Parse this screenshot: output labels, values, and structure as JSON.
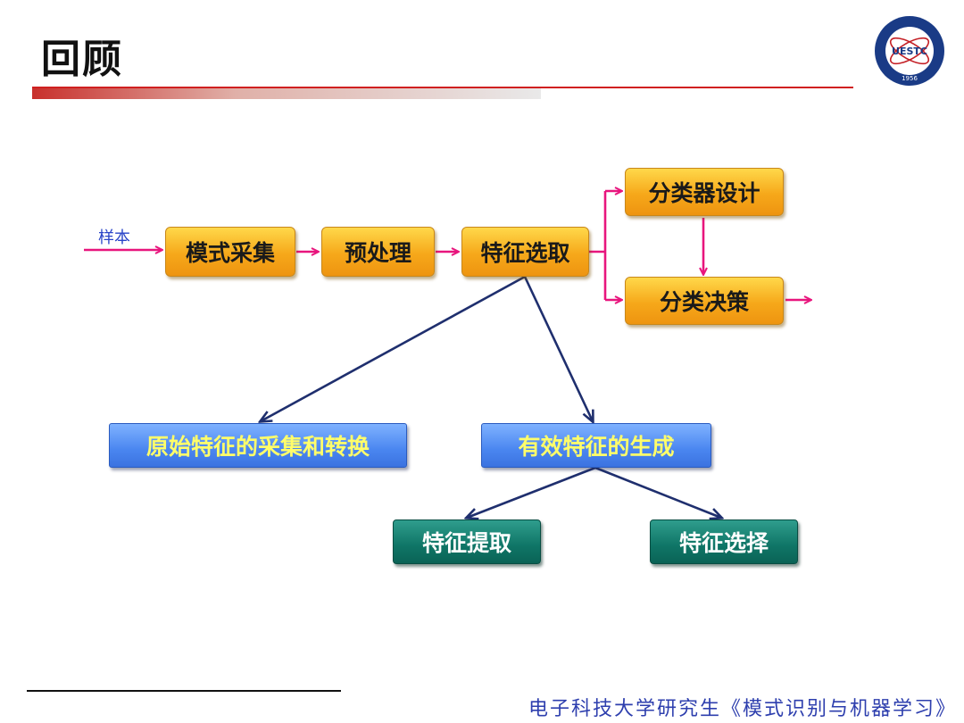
{
  "slide": {
    "title": "回顾",
    "footer": "电子科技大学研究生《模式识别与机器学习》"
  },
  "logo": {
    "center_text": "UESTC",
    "year": "1956"
  },
  "diagram": {
    "input_label": "样本",
    "pipeline": [
      "模式采集",
      "预处理",
      "特征选取"
    ],
    "branch_top": "分类器设计",
    "branch_bottom": "分类决策",
    "feature_raw": "原始特征的采集和转换",
    "feature_effective": "有效特征的生成",
    "extraction": "特征提取",
    "selection": "特征选择"
  },
  "colors": {
    "pipeline_arrow": "#e8157d",
    "tree_arrow": "#1f2f6e",
    "orange_box": "#f6a81a",
    "blue_box": "#4a86f0",
    "blue_text": "#fffd6a",
    "teal_box": "#0f7566"
  }
}
